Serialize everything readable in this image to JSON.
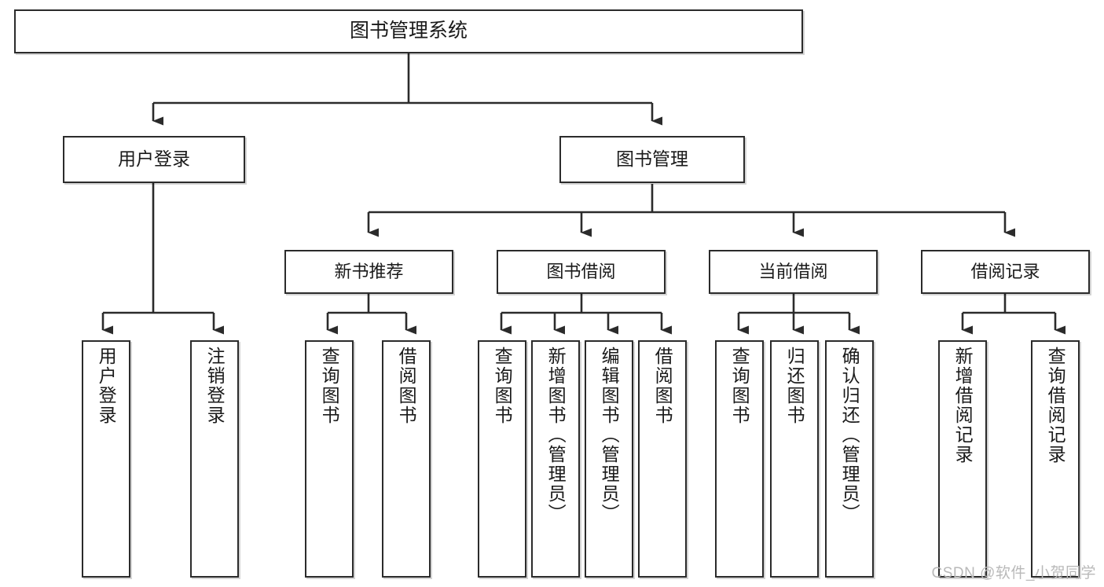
{
  "diagram": {
    "type": "tree",
    "title": "图书管理系统",
    "watermark": "CSDN @软件_小贺同学",
    "colors": {
      "stroke": "#2b2b2b",
      "fill": "#ffffff",
      "text": "#1a1a1a",
      "watermark": "#b9b9b9"
    },
    "nodes": {
      "root": {
        "label": "图书管理系统"
      },
      "l2": [
        {
          "id": "user-login",
          "label": "用户登录"
        },
        {
          "id": "book-manage",
          "label": "图书管理"
        }
      ],
      "l3": [
        {
          "id": "new-book-rec",
          "label": "新书推荐"
        },
        {
          "id": "book-borrow",
          "label": "图书借阅"
        },
        {
          "id": "current-borrow",
          "label": "当前借阅"
        },
        {
          "id": "borrow-record",
          "label": "借阅记录"
        }
      ],
      "leaves": {
        "user_login": [
          {
            "id": "leaf-user-login",
            "label": "用户登录"
          },
          {
            "id": "leaf-logout",
            "label": "注销登录"
          }
        ],
        "new_book_rec": [
          {
            "id": "leaf-query-book-1",
            "label": "查询图书"
          },
          {
            "id": "leaf-borrow-book-1",
            "label": "借阅图书"
          }
        ],
        "book_borrow": [
          {
            "id": "leaf-query-book-2",
            "label": "查询图书"
          },
          {
            "id": "leaf-add-book",
            "label": "新增图书（管理员）"
          },
          {
            "id": "leaf-edit-book",
            "label": "编辑图书（管理员）"
          },
          {
            "id": "leaf-borrow-book-2",
            "label": "借阅图书"
          }
        ],
        "current_borrow": [
          {
            "id": "leaf-query-book-3",
            "label": "查询图书"
          },
          {
            "id": "leaf-return-book",
            "label": "归还图书"
          },
          {
            "id": "leaf-confirm-return",
            "label": "确认归还（管理员）"
          }
        ],
        "borrow_record": [
          {
            "id": "leaf-add-record",
            "label": "新增借阅记录"
          },
          {
            "id": "leaf-query-record",
            "label": "查询借阅记录"
          }
        ]
      }
    }
  }
}
